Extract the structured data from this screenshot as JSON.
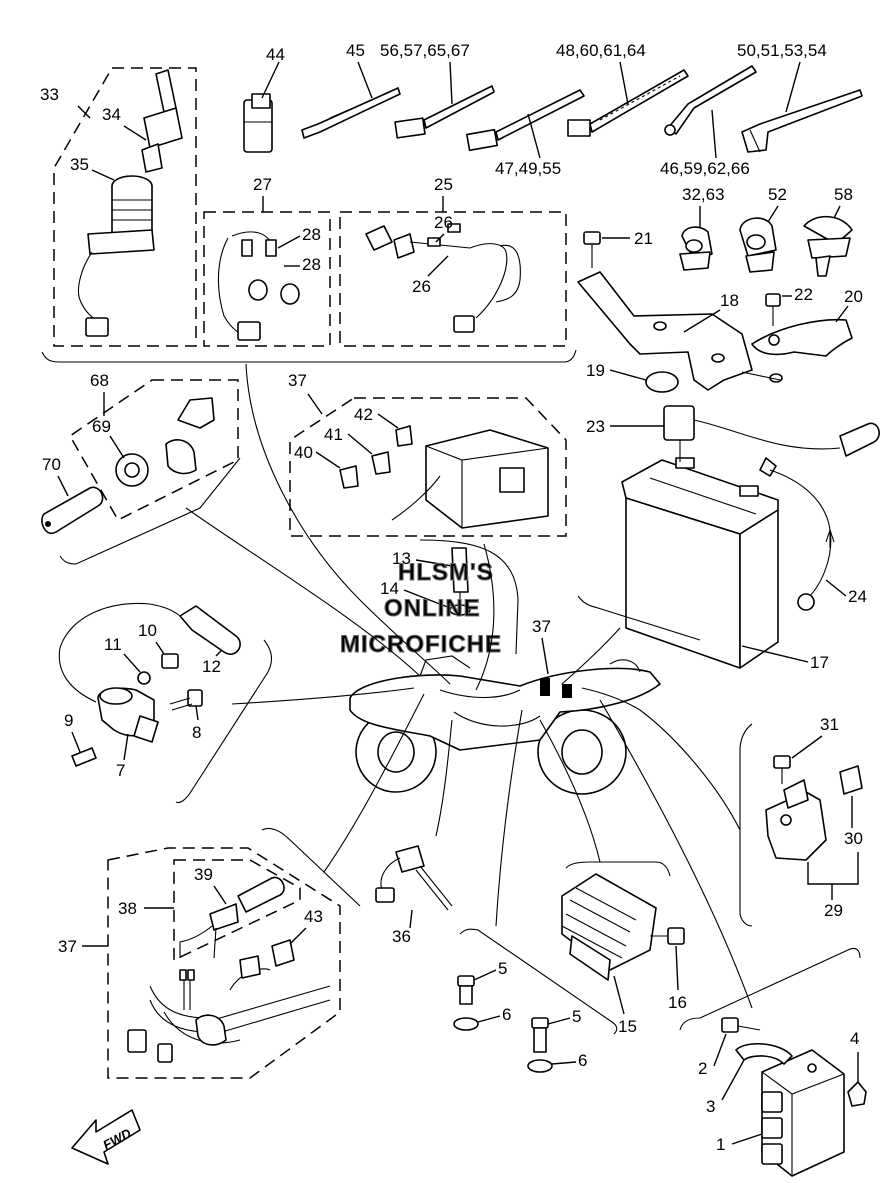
{
  "watermark": {
    "line1": "HLSM'S",
    "line2": "ONLINE",
    "line3": "MICROFICHE"
  },
  "fwd_label": "FWD",
  "callouts": {
    "c1": "1",
    "c2": "2",
    "c3": "3",
    "c4": "4",
    "c5a": "5",
    "c5b": "5",
    "c6a": "6",
    "c6b": "6",
    "c7": "7",
    "c8": "8",
    "c9": "9",
    "c10": "10",
    "c11": "11",
    "c12": "12",
    "c13": "13",
    "c14": "14",
    "c15": "15",
    "c16": "16",
    "c17": "17",
    "c18": "18",
    "c19": "19",
    "c20": "20",
    "c21": "21",
    "c22": "22",
    "c23": "23",
    "c24": "24",
    "c25": "25",
    "c26a": "26",
    "c26b": "26",
    "c27": "27",
    "c28a": "28",
    "c28b": "28",
    "c29": "29",
    "c30": "30",
    "c31": "31",
    "c32_63": "32,63",
    "c33": "33",
    "c34": "34",
    "c35": "35",
    "c36": "36",
    "c37a": "37",
    "c37b": "37",
    "c37c": "37",
    "c38": "38",
    "c39": "39",
    "c40": "40",
    "c41": "41",
    "c42": "42",
    "c43": "43",
    "c44": "44",
    "c45": "45",
    "c46_59": "46,59,62,66",
    "c47_49": "47,49,55",
    "c48_60": "48,60,61,64",
    "c50_51": "50,51,53,54",
    "c52": "52",
    "c56_57": "56,57,65,67",
    "c58": "58",
    "c68": "68",
    "c69": "69",
    "c70": "70"
  }
}
